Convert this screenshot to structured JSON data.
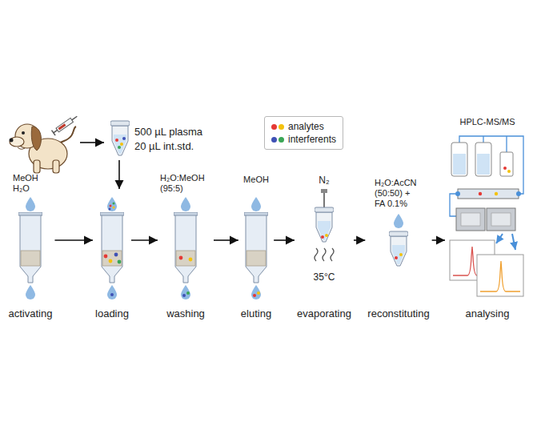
{
  "diagram": {
    "nodes": [
      {
        "text": [
          "500 µL plasma",
          "20 µL int.std."
        ]
      },
      {
        "text": [
          "MeOH H₂O",
          "activating"
        ]
      },
      {
        "text": [
          "loading"
        ]
      },
      {
        "text": [
          "H₂O:MeOH (95:5)",
          "washing"
        ]
      },
      {
        "text": [
          "MeOH",
          "eluting"
        ]
      },
      {
        "text": [
          "N₂",
          "35°C",
          "evaporating"
        ]
      },
      {
        "text": [
          "H₂O:AcCN (50:50) + FA 0.1%",
          "reconstituting"
        ]
      },
      {
        "text": [
          "HPLC-MS/MS",
          "analysing"
        ]
      }
    ],
    "edges": [
      {
        "from": 0,
        "to": 2,
        "arrow": "to"
      },
      {
        "from": 1,
        "to": 2,
        "arrow": "to"
      },
      {
        "from": 2,
        "to": 3,
        "arrow": "to"
      },
      {
        "from": 3,
        "to": 4,
        "arrow": "to"
      },
      {
        "from": 4,
        "to": 5,
        "arrow": "to"
      },
      {
        "from": 5,
        "to": 6,
        "arrow": "to"
      },
      {
        "from": 6,
        "to": 7,
        "arrow": "to"
      }
    ],
    "legend": [
      {
        "text": "analytes",
        "color": "#e53935"
      },
      {
        "text": "interferents",
        "color": "#3f51b5"
      }
    ]
  }
}
